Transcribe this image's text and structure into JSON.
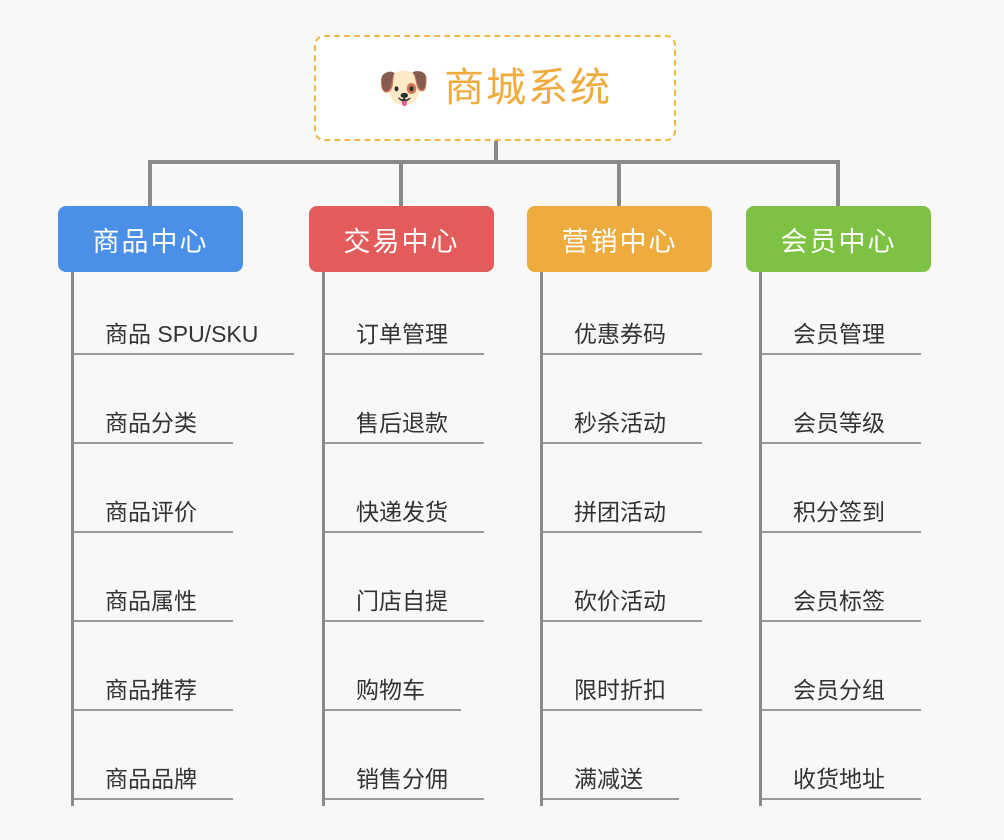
{
  "background_color": "#f8f8f8",
  "root": {
    "icon": "shiba-dog-face-emoji",
    "emoji": "🐶",
    "title": "商城系统",
    "text_color": "#f0ab3d",
    "border_color": "#f0b84a"
  },
  "connector_color": "#8a8a8a",
  "columns": [
    {
      "id": "product-center",
      "title": "商品中心",
      "color": "#4a90e8",
      "items": [
        "商品 SPU/SKU",
        "商品分类",
        "商品评价",
        "商品属性",
        "商品推荐",
        "商品品牌"
      ]
    },
    {
      "id": "trade-center",
      "title": "交易中心",
      "color": "#e25c5c",
      "items": [
        "订单管理",
        "售后退款",
        "快递发货",
        "门店自提",
        "购物车",
        "销售分佣"
      ]
    },
    {
      "id": "marketing-center",
      "title": "营销中心",
      "color": "#eeab3e",
      "items": [
        "优惠券码",
        "秒杀活动",
        "拼团活动",
        "砍价活动",
        "限时折扣",
        "满减送"
      ]
    },
    {
      "id": "member-center",
      "title": "会员中心",
      "color": "#7dc243",
      "items": [
        "会员管理",
        "会员等级",
        "积分签到",
        "会员标签",
        "会员分组",
        "收货地址"
      ]
    }
  ]
}
